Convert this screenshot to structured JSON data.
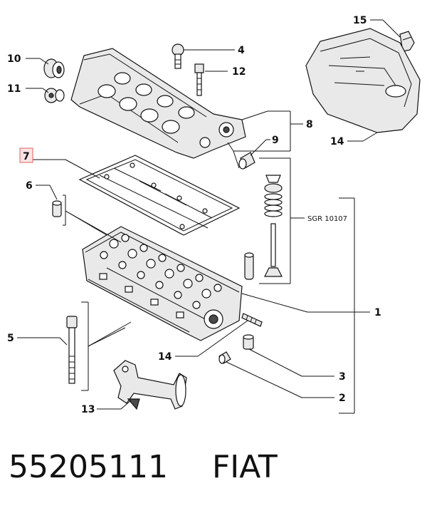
{
  "diagram": {
    "callouts": [
      {
        "id": "c1",
        "text": "1"
      },
      {
        "id": "c2",
        "text": "2"
      },
      {
        "id": "c3",
        "text": "3"
      },
      {
        "id": "c4",
        "text": "4"
      },
      {
        "id": "c5",
        "text": "5"
      },
      {
        "id": "c6",
        "text": "6"
      },
      {
        "id": "c7",
        "text": "7",
        "highlighted": true
      },
      {
        "id": "c8",
        "text": "8"
      },
      {
        "id": "c9",
        "text": "9"
      },
      {
        "id": "c10",
        "text": "10"
      },
      {
        "id": "c11",
        "text": "11"
      },
      {
        "id": "c12",
        "text": "12"
      },
      {
        "id": "c13",
        "text": "13"
      },
      {
        "id": "c14a",
        "text": "14"
      },
      {
        "id": "c14b",
        "text": "14"
      },
      {
        "id": "c15",
        "text": "15"
      }
    ],
    "kit_label": "SGR 10107",
    "highlight_color": "#e06060"
  },
  "footer": {
    "part_number": "55205111",
    "brand": "FIAT"
  }
}
